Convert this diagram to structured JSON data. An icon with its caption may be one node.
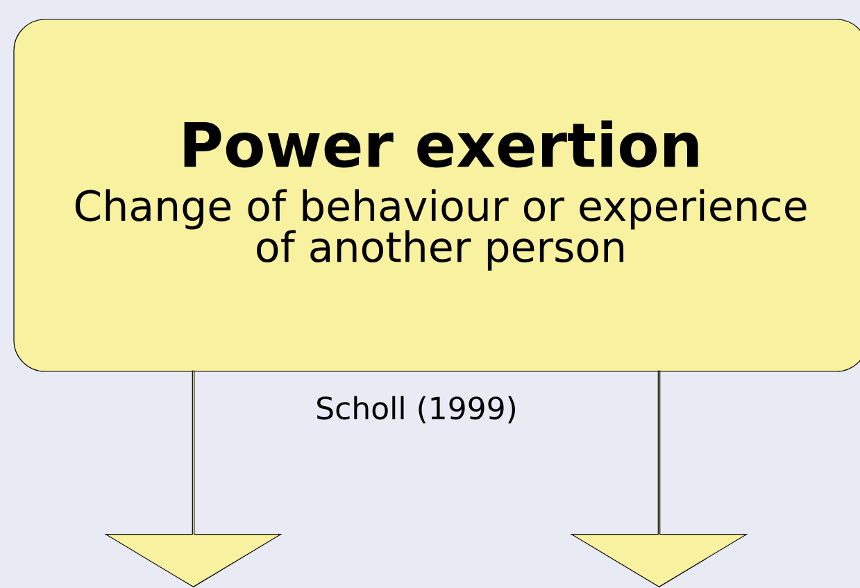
{
  "diagram": {
    "nodes": [
      {
        "text": [
          "Power exertion",
          "Change of behaviour or experience of another person"
        ]
      },
      {
        "text": [],
        "shape": "arrow"
      },
      {
        "text": [],
        "shape": "arrow"
      }
    ],
    "labels": [
      "Scholl (1999)"
    ]
  }
}
